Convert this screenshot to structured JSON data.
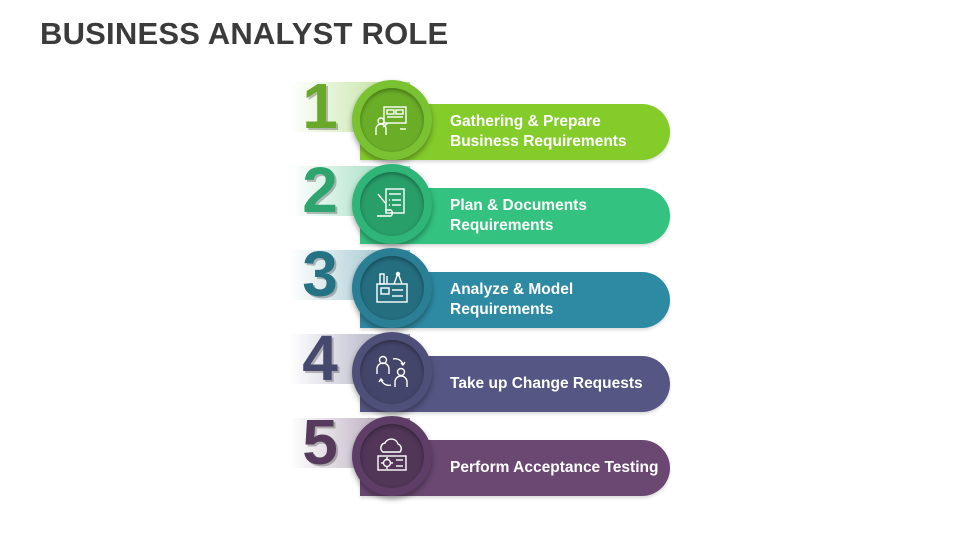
{
  "title": "BUSINESS ANALYST ROLE",
  "steps": [
    {
      "number": "1",
      "label_line1": "Gathering & Prepare",
      "label_line2": "Business Requirements",
      "icon": "presentation-board-icon",
      "color": "#7ac231",
      "bar_color": "#84cc2a"
    },
    {
      "number": "2",
      "label_line1": "Plan & Documents",
      "label_line2": "Requirements",
      "icon": "document-checklist-icon",
      "color": "#2fb578",
      "bar_color": "#33c27f"
    },
    {
      "number": "3",
      "label_line1": "Analyze & Model",
      "label_line2": "Requirements",
      "icon": "blueprint-tools-icon",
      "color": "#2a7f94",
      "bar_color": "#2e8aa3"
    },
    {
      "number": "4",
      "label_line1": "Take up Change Requests",
      "label_line2": "",
      "icon": "people-exchange-icon",
      "color": "#4f507a",
      "bar_color": "#555683"
    },
    {
      "number": "5",
      "label_line1": "Perform Acceptance Testing",
      "label_line2": "",
      "icon": "cloud-gear-icon",
      "color": "#5e3e66",
      "bar_color": "#6a4872"
    }
  ]
}
